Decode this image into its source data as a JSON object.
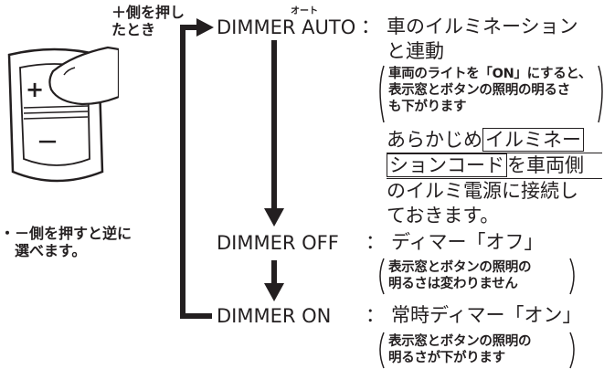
{
  "switch_hint": {
    "press_plus": [
      "＋側を押し",
      "たとき"
    ],
    "press_minus": [
      "・－側を押すと逆に",
      "　選べます。"
    ]
  },
  "switch_icon": {
    "plus": "+",
    "minus": "－"
  },
  "modes": [
    {
      "label": "DIMMER AUTO",
      "ruby": "オート",
      "colon": "：",
      "desc": [
        "車のイルミネーション",
        "と連動"
      ],
      "note": [
        "車両のライトを「ON」にすると、",
        "表示窓とボタンの照明の明るさ",
        "も下がります"
      ]
    },
    {
      "label": "DIMMER OFF",
      "colon": "：",
      "desc": [
        "ディマー「オフ」"
      ],
      "note": [
        "表示窓とボタンの照明の",
        "明るさは変わりません"
      ]
    },
    {
      "label": "DIMMER ON",
      "colon": "：",
      "desc": [
        "常時ディマー「オン」"
      ],
      "note": [
        "表示窓とボタンの照明の",
        "明るさが下がります"
      ]
    }
  ],
  "auto_extra": {
    "pre": "あらかじめ",
    "boxed_1": "イルミネー",
    "boxed_2": "ションコード",
    "post_1": "を車両側",
    "line_3": "のイルミ電源に接続し",
    "line_4": "ておきます。"
  }
}
